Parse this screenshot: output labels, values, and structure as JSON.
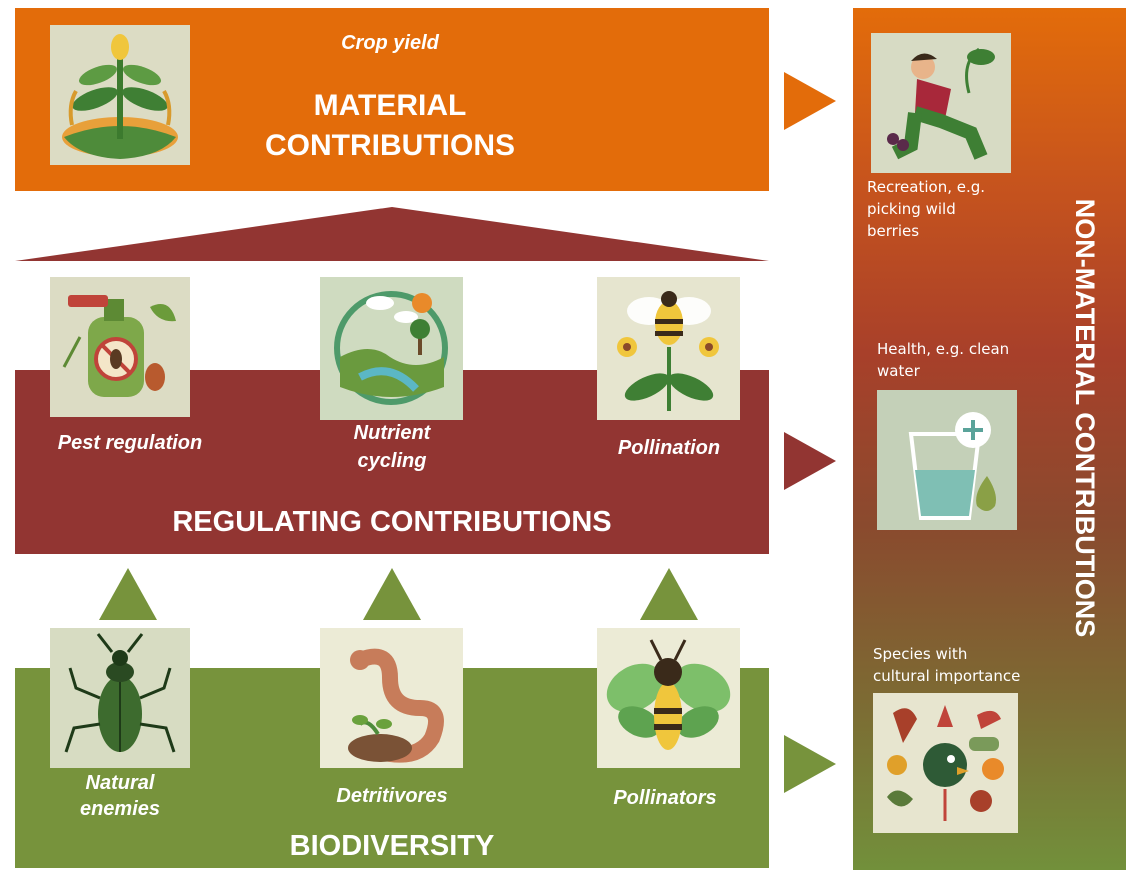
{
  "material": {
    "title_line1": "MATERIAL",
    "title_line2": "CONTRIBUTIONS",
    "item_label": "Crop yield"
  },
  "regulating": {
    "title": "REGULATING CONTRIBUTIONS",
    "items": [
      {
        "label_line1": "Pest regulation",
        "label_line2": "",
        "icon": "pest-spray-icon"
      },
      {
        "label_line1": "Nutrient",
        "label_line2": "cycling",
        "icon": "nutrient-cycle-icon"
      },
      {
        "label_line1": "Pollination",
        "label_line2": "",
        "icon": "bee-flower-icon"
      }
    ]
  },
  "biodiversity": {
    "title": "BIODIVERSITY",
    "items": [
      {
        "label_line1": "Natural",
        "label_line2": "enemies",
        "icon": "beetle-icon"
      },
      {
        "label_line1": "Detritivores",
        "label_line2": "",
        "icon": "worm-icon"
      },
      {
        "label_line1": "Pollinators",
        "label_line2": "",
        "icon": "bee-icon"
      }
    ]
  },
  "non_material": {
    "title": "NON-MATERIAL CONTRIBUTIONS",
    "items": [
      {
        "lines": [
          "Recreation, e.g.",
          "picking wild",
          "berries"
        ],
        "icon": "berry-picker-icon"
      },
      {
        "lines": [
          "Health, e.g. clean",
          "water"
        ],
        "icon": "water-glass-icon"
      },
      {
        "lines": [
          "Species with",
          "cultural importance"
        ],
        "icon": "cultural-species-icon"
      }
    ]
  },
  "colors": {
    "material": "#e36c0a",
    "regulating": "#923532",
    "biodiversity": "#77933c"
  }
}
